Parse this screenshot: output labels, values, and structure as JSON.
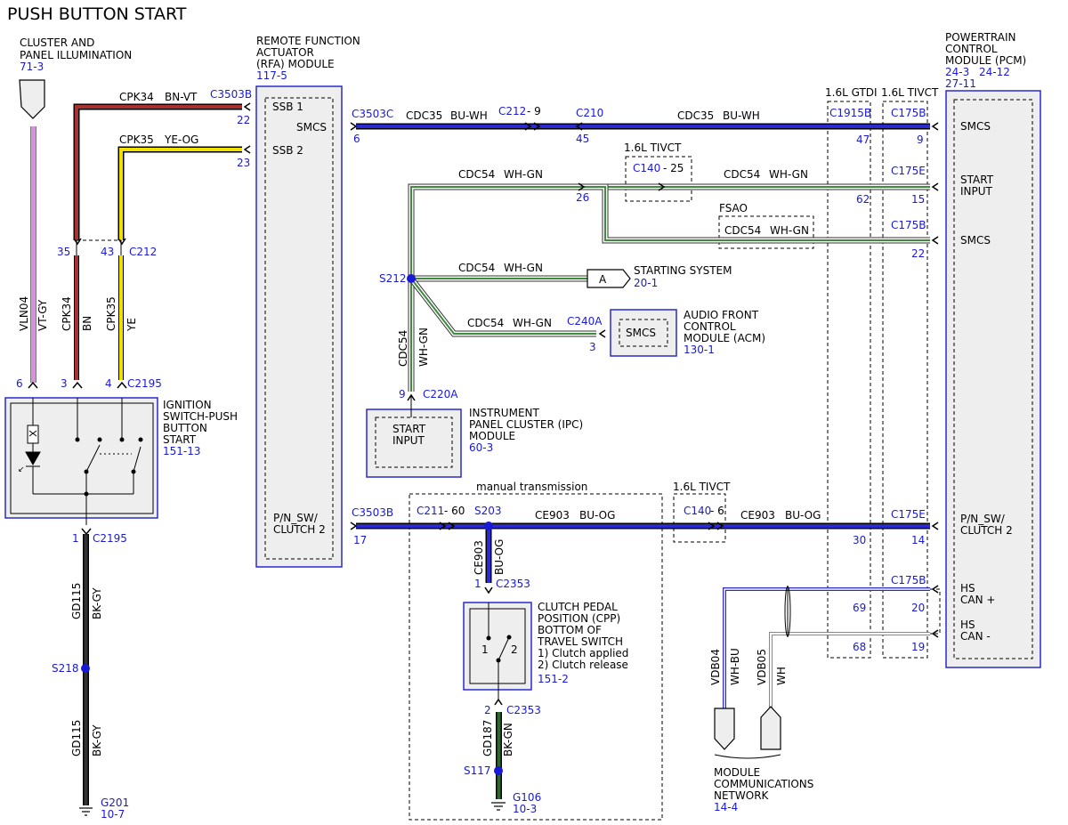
{
  "title": "PUSH BUTTON START",
  "colors": {
    "accent_blue": "#1a1ad6",
    "wire_blue": "#2a2ad0",
    "wire_red": "#a83232",
    "wire_yellow": "#f0e000",
    "wire_green": "#3c8c3c",
    "wire_violet": "#d890e0",
    "wire_black": "#000000"
  },
  "components": {
    "cluster": {
      "line1": "CLUSTER AND",
      "line2": "PANEL ILLUMINATION",
      "ref": "71-3"
    },
    "rfa": {
      "line1": "REMOTE FUNCTION",
      "line2": "ACTUATOR",
      "line3": "(RFA) MODULE",
      "ref": "117-5",
      "pin_ssb1": "SSB 1",
      "pin_smcs": "SMCS",
      "pin_ssb2": "SSB 2",
      "pin_pn1": "P/N_SW/",
      "pin_pn2": "CLUTCH 2"
    },
    "pcm": {
      "line1": "POWERTRAIN",
      "line2": "CONTROL",
      "line3": "MODULE (PCM)",
      "ref1": "24-3",
      "ref2": "24-12",
      "ref3": "27-11",
      "pin_smcs1": "SMCS",
      "pin_start1": "START",
      "pin_start2": "INPUT",
      "pin_smcs2": "SMCS",
      "pin_pn1": "P/N_SW/",
      "pin_pn2": "CLUTCH 2",
      "pin_canp1": "HS",
      "pin_canp2": "CAN +",
      "pin_canm1": "HS",
      "pin_canm2": "CAN -"
    },
    "ignition": {
      "line1": "IGNITION",
      "line2": "SWITCH-PUSH",
      "line3": "BUTTON",
      "line4": "START",
      "ref": "151-13"
    },
    "ipc": {
      "line1": "INSTRUMENT",
      "line2": "PANEL CLUSTER (IPC)",
      "line3": "MODULE",
      "ref": "60-3",
      "pin1": "START",
      "pin2": "INPUT"
    },
    "acm": {
      "line1": "AUDIO FRONT",
      "line2": "CONTROL",
      "line3": "MODULE (ACM)",
      "ref": "130-1",
      "pin": "SMCS"
    },
    "starting": {
      "label": "STARTING SYSTEM",
      "ref": "20-1",
      "letter": "A"
    },
    "cpp": {
      "line1": "CLUTCH PEDAL",
      "line2": "POSITION (CPP)",
      "line3": "BOTTOM OF",
      "line4": "TRAVEL SWITCH",
      "line5": "1) Clutch applied",
      "line6": "2) Clutch release",
      "ref": "151-2",
      "pos1": "1",
      "pos2": "2"
    },
    "mcn": {
      "line1": "MODULE",
      "line2": "COMMUNICATIONS",
      "line3": "NETWORK",
      "ref": "14-4"
    }
  },
  "boxes": {
    "gtdi": "1.6L GTDI",
    "tivct1": "1.6L TIVCT",
    "tivct2": "1.6L TIVCT",
    "tivct3": "1.6L TIVCT",
    "fsao": "FSAO",
    "manual": "manual transmission"
  },
  "connectors": {
    "c3503b_top": "C3503B",
    "c3503c": "C3503C",
    "c212_9": "C212",
    "c212_9n": "- 9",
    "c210": "C210",
    "c1915b": "C1915B",
    "c175b_1": "C175B",
    "c140": "C140",
    "c140n": "- 25",
    "c175e_1": "C175E",
    "c175b_2": "C175B",
    "c240a": "C240A",
    "c220a": "C220A",
    "c212": "C212",
    "c2195_top": "C2195",
    "c2195_bot": "C2195",
    "c3503b_bot": "C3503B",
    "c211": "C211",
    "c211n": "- 60",
    "s203": "S203",
    "c140b": "C140",
    "c140bn": "- 6",
    "c175e_2": "C175E",
    "c2353_top": "C2353",
    "c2353_bot": "C2353",
    "c175b_3": "C175B",
    "s212": "S212",
    "s218": "S218",
    "s117": "S117",
    "g201": "G201",
    "g201ref": "10-7",
    "g106": "G106",
    "g106ref": "10-3"
  },
  "pins": {
    "p22a": "22",
    "p23": "23",
    "p6a": "6",
    "p45": "45",
    "p47": "47",
    "p9": "9",
    "p26": "26",
    "p62": "62",
    "p15": "15",
    "p22b": "22",
    "p3a": "3",
    "p9b": "9",
    "p35": "35",
    "p43": "43",
    "p6b": "6",
    "p3b": "3",
    "p4": "4",
    "p1a": "1",
    "p17": "17",
    "p30": "30",
    "p14": "14",
    "p1b": "1",
    "p69": "69",
    "p20": "20",
    "p68": "68",
    "p19": "19",
    "p2": "2"
  },
  "wires": {
    "cpk34": "CPK34",
    "bnvt": "BN-VT",
    "cpk35": "CPK35",
    "yeog": "YE-OG",
    "cdc35a": "CDC35",
    "buwha": "BU-WH",
    "cdc35b": "CDC35",
    "buwhb": "BU-WH",
    "cdc54a": "CDC54",
    "whgna": "WH-GN",
    "cdc54b": "CDC54",
    "whgnb": "WH-GN",
    "cdc54c": "CDC54",
    "whgnc": "WH-GN",
    "cdc54d": "CDC54",
    "whgnd": "WH-GN",
    "cdc54e": "CDC54",
    "whgne": "WH-GN",
    "cdc54v": "CDC54",
    "whgnv": "WH-GN",
    "vln04": "VLN04",
    "vtgy": "VT-GY",
    "cpk34v": "CPK34",
    "bn": "BN",
    "cpk35v": "CPK35",
    "ye": "YE",
    "ce903a": "CE903",
    "buoga": "BU-OG",
    "ce903b": "CE903",
    "buogb": "BU-OG",
    "ce903v": "CE903",
    "buogv": "BU-OG",
    "gd115a": "GD115",
    "bkgya": "BK-GY",
    "gd115b": "GD115",
    "bkgyb": "BK-GY",
    "gd187": "GD187",
    "bkgn": "BK-GN",
    "vdb04": "VDB04",
    "whbu": "WH-BU",
    "vdb05": "VDB05",
    "wh": "WH"
  }
}
